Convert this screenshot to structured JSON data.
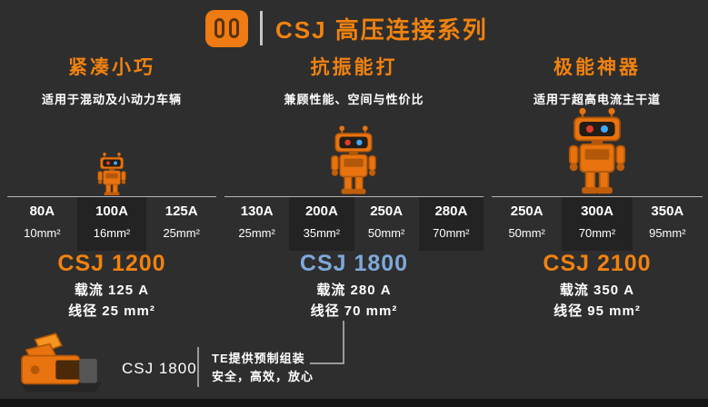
{
  "theme": {
    "background": "#2e2e2e",
    "accent_orange": "#f1820f",
    "accent_blue": "#7fa8d9",
    "text_white": "#ffffff",
    "line_gray": "#9a9a9a"
  },
  "header": {
    "title": "CSJ 高压连接系列",
    "logo_icon": "connector-face-icon"
  },
  "columns": [
    {
      "heading": "紧凑小巧",
      "subtitle": "适用于混动及小动力车辆",
      "ratings": [
        {
          "current": "80A",
          "wire": "10mm²"
        },
        {
          "current": "100A",
          "wire": "16mm²"
        },
        {
          "current": "125A",
          "wire": "25mm²"
        }
      ],
      "model": "CSJ 1200",
      "model_color": "#f1820f",
      "max_current": "载流 125 A",
      "max_wire": "线径 25 mm²"
    },
    {
      "heading": "抗振能打",
      "subtitle": "兼顾性能、空间与性价比",
      "ratings": [
        {
          "current": "130A",
          "wire": "25mm²"
        },
        {
          "current": "200A",
          "wire": "35mm²"
        },
        {
          "current": "250A",
          "wire": "50mm²"
        },
        {
          "current": "280A",
          "wire": "70mm²"
        }
      ],
      "model": "CSJ 1800",
      "model_color": "#7fa8d9",
      "max_current": "载流 280 A",
      "max_wire": "线径 70 mm²"
    },
    {
      "heading": "极能神器",
      "subtitle": "适用于超高电流主干道",
      "ratings": [
        {
          "current": "250A",
          "wire": "50mm²"
        },
        {
          "current": "300A",
          "wire": "70mm²"
        },
        {
          "current": "350A",
          "wire": "95mm²"
        }
      ],
      "model": "CSJ 2100",
      "model_color": "#f1820f",
      "max_current": "载流 350 A",
      "max_wire": "线径 95 mm²"
    }
  ],
  "footer": {
    "product_label": "CSJ 1800",
    "note_line1": "TE提供预制组装",
    "note_line2": "安全，高效，放心"
  }
}
